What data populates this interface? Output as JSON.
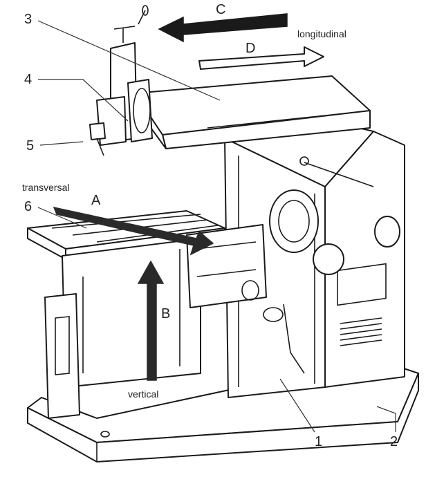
{
  "labels": {
    "part_1": "1",
    "part_2": "2",
    "part_3": "3",
    "part_4": "4",
    "part_5": "5",
    "part_6": "6"
  },
  "arrows": {
    "a": {
      "letter": "A",
      "word": "transversal",
      "color": "#2a2a2a"
    },
    "b": {
      "letter": "B",
      "word": "vertical",
      "color": "#2a2a2a"
    },
    "c": {
      "letter": "C",
      "color": "#1a1a1a"
    },
    "d": {
      "letter": "D",
      "word": "longitudinal",
      "color": "#ffffff"
    }
  }
}
